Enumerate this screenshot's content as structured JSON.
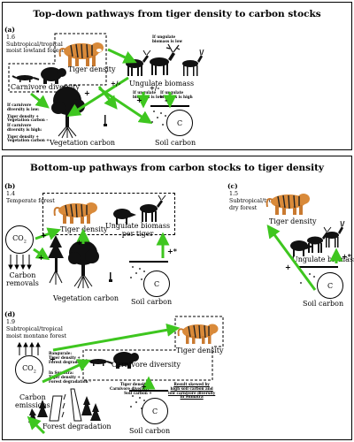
{
  "top_panel": {
    "title": "Top-down pathways from tiger density to carbon stocks",
    "a": {
      "label": "(a)",
      "number": "1.6",
      "habitat_1": "Subtropical/tropical",
      "habitat_2": "moist lowland forest",
      "tiger_density": "Tiger density",
      "carnivore_diversity": "Carnivore diversity",
      "ungulate_biomass": "Ungulate biomass",
      "vegetation_carbon": "Vegetation carbon",
      "soil_carbon": "Soil carbon",
      "c": "C",
      "note_low_1": "If ungulate",
      "note_low_2": "biomass is low",
      "note_high_1": "If ungulate",
      "note_high_2": "biomass is high",
      "note_mid_1": "If ungulate",
      "note_mid_2": "biomass is low",
      "cd_low_1": "If carnivore",
      "cd_low_2": "diversity is low:",
      "cd_low_3": "Tiger density",
      "cd_low_4": "Vegetation carbon",
      "cd_high_1": "If carnivore",
      "cd_high_2": "diversity is high:",
      "cd_high_3": "Tiger density",
      "cd_high_4": "Vegetation carbon",
      "plusminus": "+/-",
      "plus": "+",
      "minus": "-"
    }
  },
  "bottom_panel": {
    "title": "Bottom-up pathways from carbon stocks to tiger density",
    "b": {
      "label": "(b)",
      "number": "1.4",
      "habitat": "Temperate forest",
      "co2": "CO",
      "co2_sub": "2",
      "carbon_removals_1": "Carbon",
      "carbon_removals_2": "removals",
      "tiger_density": "Tiger density",
      "ungulate_1": "Ungulate biomass",
      "ungulate_2": "per tiger",
      "vegetation_carbon": "Vegetation carbon",
      "soil_carbon": "Soil carbon",
      "c": "C",
      "plus": "+",
      "plus_star": "+*"
    },
    "c": {
      "label": "(c)",
      "number": "1.5",
      "habitat_1": "Subtropical/tropical",
      "habitat_2": "dry forest",
      "tiger_density": "Tiger density",
      "ungulate_biomass": "Ungulate biomass",
      "soil_carbon": "Soil carbon",
      "c": "C",
      "plus": "+",
      "plus_star": "+*"
    },
    "d": {
      "label": "(d)",
      "number": "1.9",
      "habitat_1": "Subtropical/tropical",
      "habitat_2": "moist montane forest",
      "co2": "CO",
      "co2_sub": "2",
      "carbon_emissions_1": "Carbon",
      "carbon_emissions_2": "emissions",
      "forest_degradation": "Forest degradation",
      "carnivore_diversity": "Carnivore diversity",
      "tiger_density": "Tiger density",
      "soil_carbon": "Soil carbon",
      "c": "C",
      "bang_1": "Bangurale:",
      "bang_2": "Tiger density",
      "bang_3": "Forest degradation",
      "sum_1": "In Sumatra:",
      "sum_2": "Tiger density",
      "sum_3": "Forest degradation",
      "mid_1": "Tiger density",
      "mid_2": "Carnivore diversity",
      "mid_3": "Soil carbon",
      "result_1": "Result skewed by",
      "result_2": "high soil carbon and",
      "result_3": "low carnivore diversity",
      "result_4": "in Sumatra",
      "plus": "+"
    }
  },
  "colors": {
    "arrow_green": "#3ec61f",
    "tiger_orange": "#d98a3a"
  },
  "icons": [
    "tiger-icon",
    "bear-icon",
    "marten-icon",
    "deer-icon",
    "boar-icon",
    "tree-icon",
    "soil-carbon-icon",
    "co2-icon"
  ]
}
